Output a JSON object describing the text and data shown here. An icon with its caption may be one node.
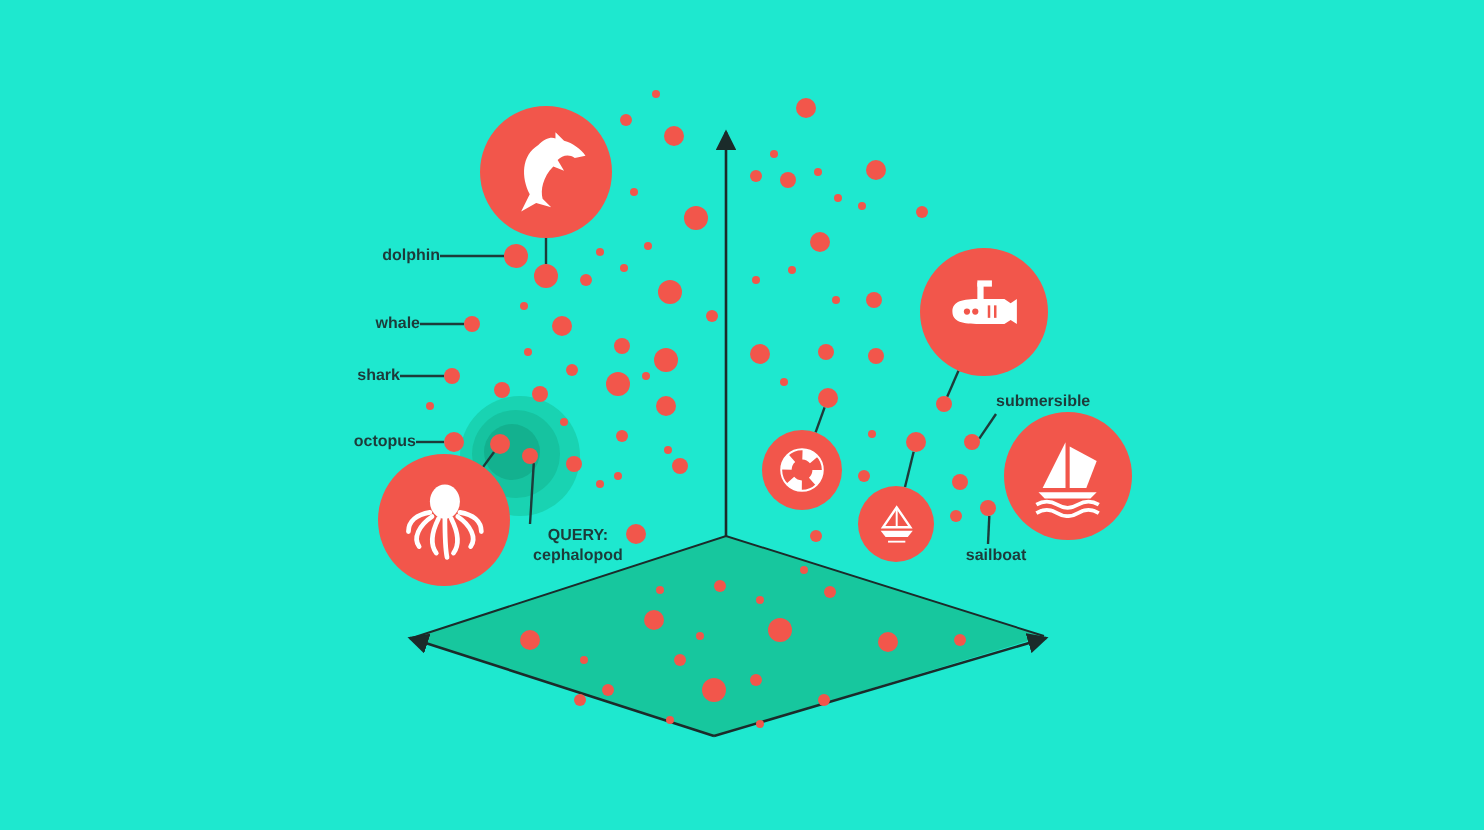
{
  "diagram": {
    "nodes": [
      {
        "text": [
          "dolphin"
        ]
      },
      {
        "text": [],
        "shape": "circle"
      },
      {
        "text": [
          "whale"
        ]
      },
      {
        "text": [],
        "shape": "circle"
      },
      {
        "text": [
          "shark"
        ]
      },
      {
        "text": [],
        "shape": "circle"
      },
      {
        "text": [
          "octopus"
        ]
      },
      {
        "text": [],
        "shape": "circle"
      },
      {
        "text": [
          "QUERY: cephalopod"
        ]
      },
      {
        "text": [],
        "shape": "circle"
      },
      {
        "text": [],
        "shape": "picture"
      },
      {
        "text": [],
        "shape": "circle"
      },
      {
        "text": [],
        "shape": "picture"
      },
      {
        "text": [],
        "shape": "circle"
      },
      {
        "text": [],
        "shape": "picture"
      },
      {
        "text": [],
        "shape": "circle"
      },
      {
        "text": [],
        "shape": "picture"
      },
      {
        "text": [],
        "shape": "circle"
      },
      {
        "text": [],
        "shape": "picture"
      },
      {
        "text": [],
        "shape": "circle"
      },
      {
        "text": [
          "submersible"
        ]
      },
      {
        "text": [],
        "shape": "circle"
      },
      {
        "text": [
          "sailboat"
        ]
      },
      {
        "text": [],
        "shape": "circle"
      },
      {
        "text": [],
        "shape": "picture"
      }
    ],
    "edges": [
      {
        "from": 0,
        "to": 1,
        "arrow": "none"
      },
      {
        "from": 2,
        "to": 3,
        "arrow": "none"
      },
      {
        "from": 4,
        "to": 5,
        "arrow": "none"
      },
      {
        "from": 6,
        "to": 7,
        "arrow": "none"
      },
      {
        "from": 8,
        "to": 9,
        "arrow": "none"
      },
      {
        "from": 10,
        "to": 11,
        "arrow": "none"
      },
      {
        "from": 12,
        "to": 13,
        "arrow": "none"
      },
      {
        "from": 14,
        "to": 15,
        "arrow": "none"
      },
      {
        "from": 16,
        "to": 17,
        "arrow": "none"
      },
      {
        "from": 18,
        "to": 19,
        "arrow": "none"
      },
      {
        "from": 20,
        "to": 21,
        "arrow": "none"
      },
      {
        "from": 22,
        "to": 23,
        "arrow": "none"
      }
    ]
  }
}
